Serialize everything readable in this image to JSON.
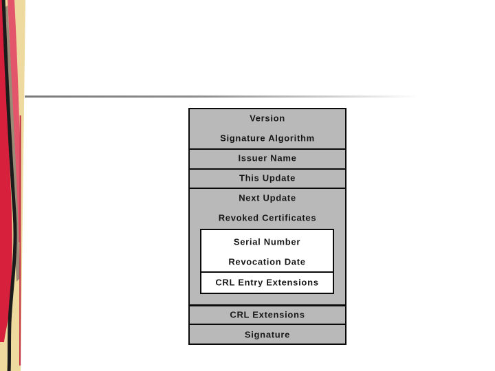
{
  "slide": {
    "background_color": "#ffffff",
    "rule_color": "#7b7b7b"
  },
  "decorative_strip": {
    "colors": {
      "cream": "#eeda9f",
      "red": "#d6203c",
      "pink": "#e2556a",
      "brown": "#9b8a76",
      "black": "#1b1b1b",
      "edge_red": "#c22f44"
    }
  },
  "diagram": {
    "fill_color": "#b9b9b9",
    "entry_fill_color": "#ffffff",
    "border_color": "#0a0a0a",
    "fields": {
      "version": "Version",
      "signature_algorithm": "Signature Algorithm",
      "issuer_name": "Issuer Name",
      "this_update": "This Update",
      "next_update": "Next Update",
      "revoked_certificates": "Revoked Certificates",
      "serial_number": "Serial Number",
      "revocation_date": "Revocation Date",
      "crl_entry_extensions": "CRL Entry Extensions",
      "crl_extensions": "CRL Extensions",
      "signature": "Signature"
    }
  }
}
